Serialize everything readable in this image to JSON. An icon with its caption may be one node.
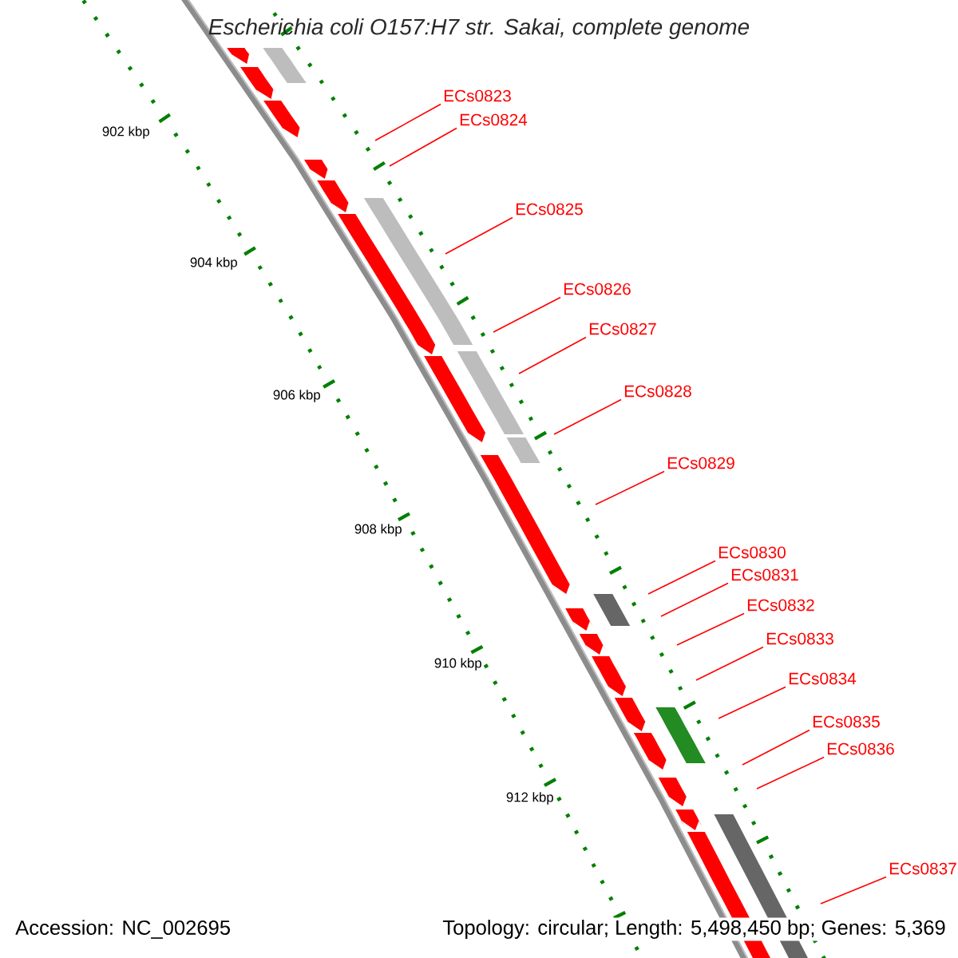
{
  "diagram": {
    "title": "Escherichia coli O157:H7 str. Sakai, complete genome",
    "nodes": [
      {
        "text": [
          "ECs0823"
        ]
      },
      {
        "text": [
          "ECs0824"
        ]
      },
      {
        "text": [
          "ECs0825"
        ]
      },
      {
        "text": [
          "ECs0826"
        ]
      },
      {
        "text": [
          "ECs0827"
        ]
      },
      {
        "text": [
          "ECs0828"
        ]
      },
      {
        "text": [
          "ECs0829"
        ]
      },
      {
        "text": [
          "ECs0830"
        ]
      },
      {
        "text": [
          "ECs0831"
        ]
      },
      {
        "text": [
          "ECs0832"
        ]
      },
      {
        "text": [
          "ECs0833"
        ]
      },
      {
        "text": [
          "ECs0834"
        ]
      },
      {
        "text": [
          "ECs0835"
        ]
      },
      {
        "text": [
          "ECs0836"
        ]
      },
      {
        "text": [
          "ECs0837"
        ]
      }
    ],
    "edges": [
      {
        "from": 0,
        "to": null,
        "arrow": "none"
      },
      {
        "from": 1,
        "to": null,
        "arrow": "none"
      },
      {
        "from": 2,
        "to": null,
        "arrow": "none"
      },
      {
        "from": 3,
        "to": null,
        "arrow": "none"
      },
      {
        "from": 4,
        "to": null,
        "arrow": "none"
      },
      {
        "from": 5,
        "to": null,
        "arrow": "none"
      },
      {
        "from": 6,
        "to": null,
        "arrow": "none"
      },
      {
        "from": 7,
        "to": null,
        "arrow": "none"
      },
      {
        "from": 8,
        "to": null,
        "arrow": "none"
      },
      {
        "from": 9,
        "to": null,
        "arrow": "none"
      },
      {
        "from": 10,
        "to": null,
        "arrow": "none"
      },
      {
        "from": 11,
        "to": null,
        "arrow": "none"
      },
      {
        "from": 12,
        "to": null,
        "arrow": "none"
      },
      {
        "from": 13,
        "to": null,
        "arrow": "none"
      },
      {
        "from": 14,
        "to": null,
        "arrow": "none"
      }
    ],
    "labels": [
      "902 kbp",
      "904 kbp",
      "906 kbp",
      "908 kbp",
      "910 kbp",
      "912 kbp",
      "Accession: NC_002695",
      "Topology: circular; Length: 5,498,450 bp; Genes: 5,369"
    ]
  }
}
